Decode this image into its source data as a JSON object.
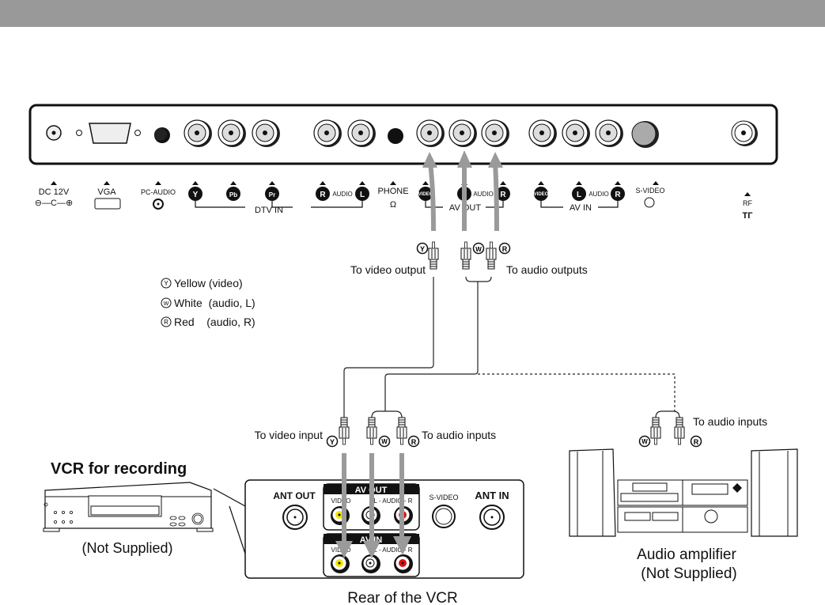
{
  "header": {
    "bar_color": "#999999"
  },
  "tv_panel": {
    "ports": [
      {
        "id": "dc12v",
        "label": "DC 12V",
        "symbol": "⊖—C—⊕"
      },
      {
        "id": "vga",
        "label": "VGA"
      },
      {
        "id": "pc-audio",
        "label": "PC-AUDIO"
      },
      {
        "id": "dtv-y",
        "badge": "Y"
      },
      {
        "id": "dtv-pb",
        "badge": "Pb"
      },
      {
        "id": "dtv-pr",
        "badge": "Pr"
      },
      {
        "id": "audio-r",
        "badge": "R"
      },
      {
        "id": "audio-l",
        "badge": "L"
      },
      {
        "id": "phone",
        "label": "PHONE"
      },
      {
        "id": "avout-video",
        "badge": "VIDEO"
      },
      {
        "id": "avout-l",
        "badge": "L"
      },
      {
        "id": "avout-r",
        "badge": "R"
      },
      {
        "id": "avin-video",
        "badge": "VIDEO"
      },
      {
        "id": "avin-l",
        "badge": "L"
      },
      {
        "id": "avin-r",
        "badge": "R"
      },
      {
        "id": "s-video",
        "label": "S-VIDEO"
      },
      {
        "id": "rf",
        "label": "RF"
      }
    ],
    "groups": {
      "dtv_in": "DTV IN",
      "audio_mid": "AUDIO",
      "av_out": "AV OUT",
      "av_in": "AV IN"
    }
  },
  "legend": [
    {
      "symbol": "Y",
      "text": "Yellow (video)"
    },
    {
      "symbol": "W",
      "text": "White  (audio, L)"
    },
    {
      "symbol": "R",
      "text": "Red    (audio, R)"
    }
  ],
  "cables": {
    "to_video_output": "To video output",
    "to_audio_outputs": "To audio outputs",
    "to_video_input": "To video input",
    "to_audio_inputs_vcr": "To audio inputs",
    "to_audio_inputs_amp": "To audio inputs",
    "plug_y": "Y",
    "plug_w": "W",
    "plug_r": "R"
  },
  "vcr": {
    "title": "VCR for recording",
    "note": "(Not Supplied)",
    "rear_caption": "Rear of the VCR",
    "rear": {
      "ant_out": "ANT OUT",
      "ant_in": "ANT IN",
      "av_out": "AV OUT",
      "av_in": "AV IN",
      "video": "VIDEO",
      "audio": "L - AUDIO - R",
      "s_video": "S-VIDEO"
    },
    "jack_colors": {
      "yellow": "#f2e600",
      "white": "#ffffff",
      "red": "#e01010"
    }
  },
  "amplifier": {
    "caption_line1": "Audio amplifier",
    "caption_line2": "(Not Supplied)"
  },
  "arrow_color": "#9a9a9a"
}
